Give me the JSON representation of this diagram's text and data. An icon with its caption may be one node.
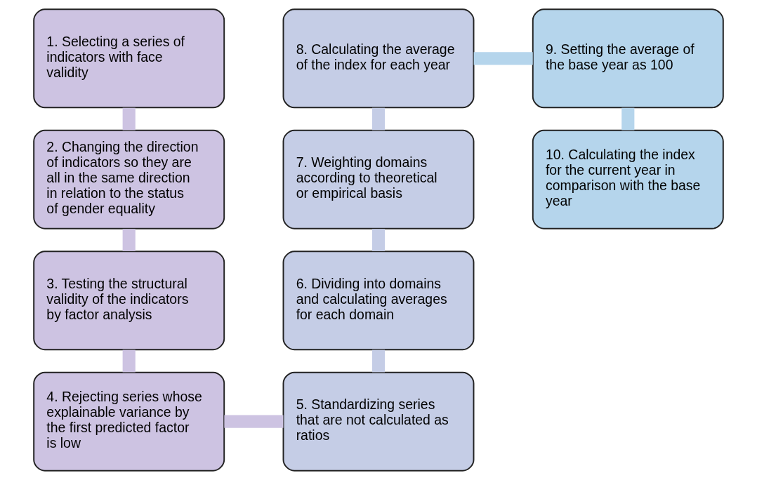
{
  "diagram": {
    "nodes": [
      {
        "text": [
          "1. Selecting a series of indicators with face validity"
        ]
      },
      {
        "text": [
          "2. Changing the direction of indicators so they are all in the same direction in relation to the status of gender equality"
        ]
      },
      {
        "text": [
          "3. Testing the structural validity of the indicators by factor analysis"
        ]
      },
      {
        "text": [
          "4. Rejecting series whose explainable variance by the first predicted factor is low"
        ]
      },
      {
        "text": [
          "5. Standardizing series that are not calculated as ratios"
        ]
      },
      {
        "text": [
          "6. Dividing into domains and calculating averages for each domain"
        ]
      },
      {
        "text": [
          "7. Weighting domains according to theoretical or empirical basis"
        ]
      },
      {
        "text": [
          "8. Calculating the average of the index for each year"
        ]
      },
      {
        "text": [
          "9. Setting the average of the base year as 100"
        ]
      },
      {
        "text": [
          "10. Calculating the index for the current year in comparison with the base year"
        ]
      }
    ],
    "edges": [
      {
        "from": 0,
        "to": 1,
        "arrow": "none"
      },
      {
        "from": 1,
        "to": 2,
        "arrow": "none"
      },
      {
        "from": 2,
        "to": 3,
        "arrow": "none"
      },
      {
        "from": 3,
        "to": 4,
        "arrow": "none"
      },
      {
        "from": 4,
        "to": 5,
        "arrow": "none",
        "color": "#c5cde6"
      },
      {
        "from": 5,
        "to": 6,
        "arrow": "none",
        "color": "#c5cde6"
      },
      {
        "from": 6,
        "to": 7,
        "arrow": "none",
        "color": "#c5cde6"
      },
      {
        "from": 7,
        "to": 8,
        "arrow": "none",
        "color": "#b5d5ec"
      },
      {
        "from": 8,
        "to": 9,
        "arrow": "none",
        "color": "#b5d5ec"
      }
    ]
  }
}
